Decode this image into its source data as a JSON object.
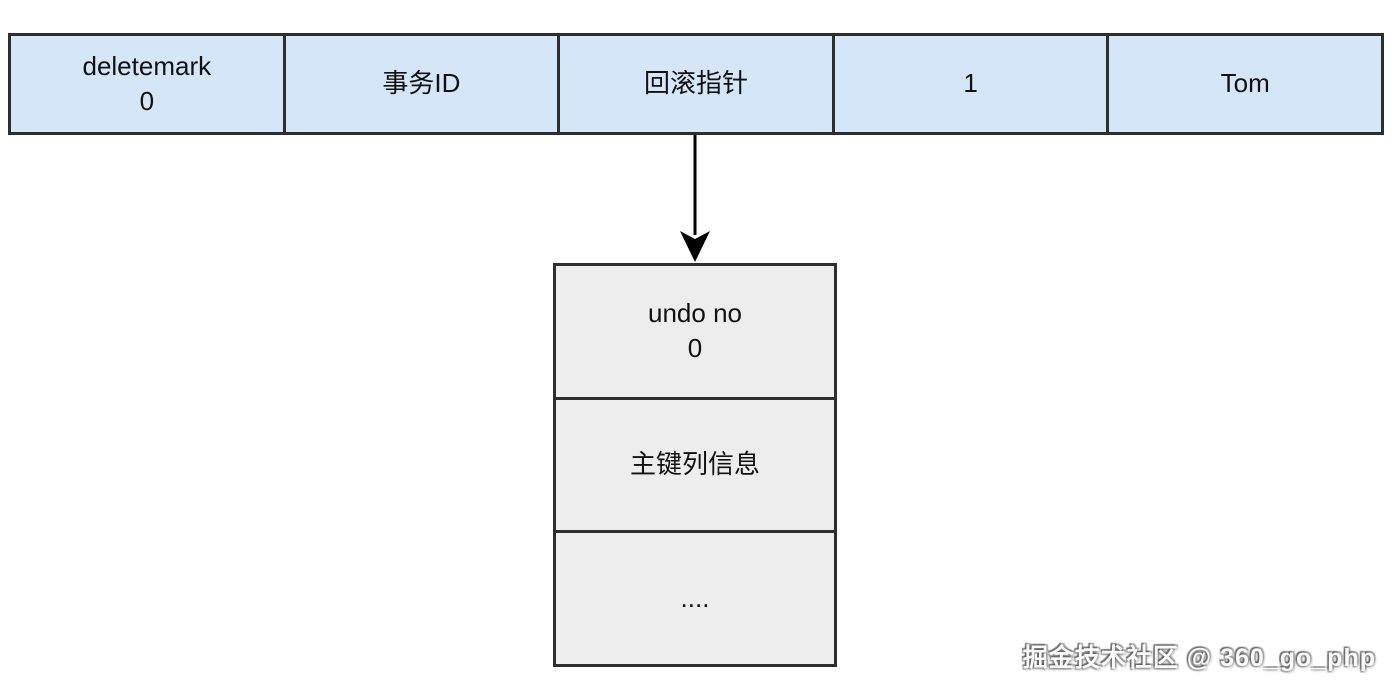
{
  "record_row": {
    "cells": [
      {
        "line1": "deletemark",
        "line2": "0"
      },
      {
        "line1": "事务ID"
      },
      {
        "line1": "回滚指针"
      },
      {
        "line1": "1"
      },
      {
        "line1": "Tom"
      }
    ]
  },
  "undo_log": {
    "cells": [
      {
        "line1": "undo no",
        "line2": "0"
      },
      {
        "line1": "主键列信息"
      },
      {
        "line1": "...."
      }
    ]
  },
  "watermark": "掘金技术社区 @ 360_go_php",
  "colors": {
    "row_fill": "#d5e6f8",
    "box_fill": "#ededed",
    "border": "#2e2e2e",
    "arrow": "#000000"
  }
}
